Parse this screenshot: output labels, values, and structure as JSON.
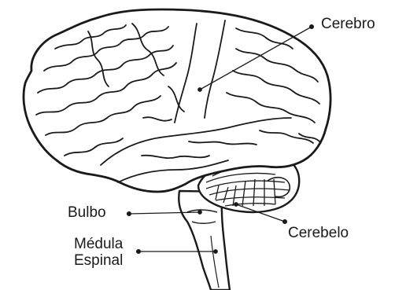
{
  "labels": {
    "cerebro": "Cerebro",
    "bulbo": "Bulbo",
    "medula_line1": "Médula",
    "medula_line2": "Espinal",
    "cerebelo": "Cerebelo"
  },
  "colors": {
    "line": "#1a1a1a",
    "fill": "#ffffff"
  }
}
